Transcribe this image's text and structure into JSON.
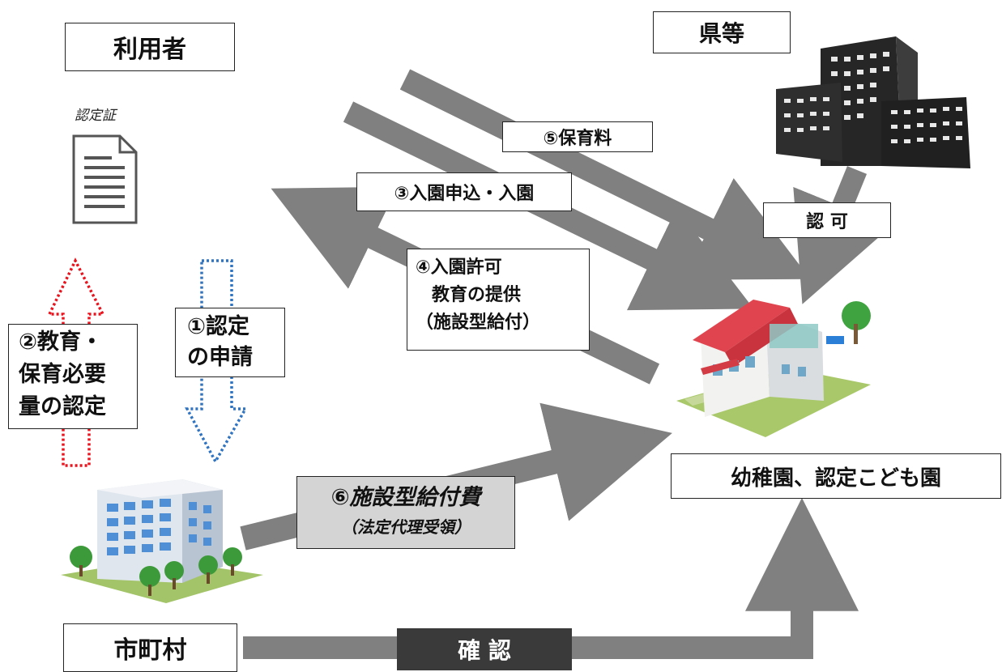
{
  "nodes": {
    "user": "利用者",
    "prefecture": "県等",
    "municipality": "市町村",
    "kindergarten": "幼稚園、認定こども園"
  },
  "certificate_label": "認定証",
  "flows": {
    "step1": [
      "①認定",
      "の申請"
    ],
    "step2": [
      "②教育・",
      "保育必要",
      "量の認定"
    ],
    "step3": "③入園申込・入園",
    "step4": [
      "④入園許可",
      "教育の提供",
      "（施設型給付）"
    ],
    "step5": "⑤保育料",
    "step6": [
      "⑥施設型給付費",
      "（法定代理受領）"
    ],
    "approval": "認 可",
    "confirm": "確 認"
  },
  "colors": {
    "arrow_gray": "#808080",
    "dotted_red": "#e8141e",
    "dotted_blue": "#2f73c1",
    "confirm_bg": "#3a3a3a",
    "step6_bg": "#d4d4d4"
  }
}
